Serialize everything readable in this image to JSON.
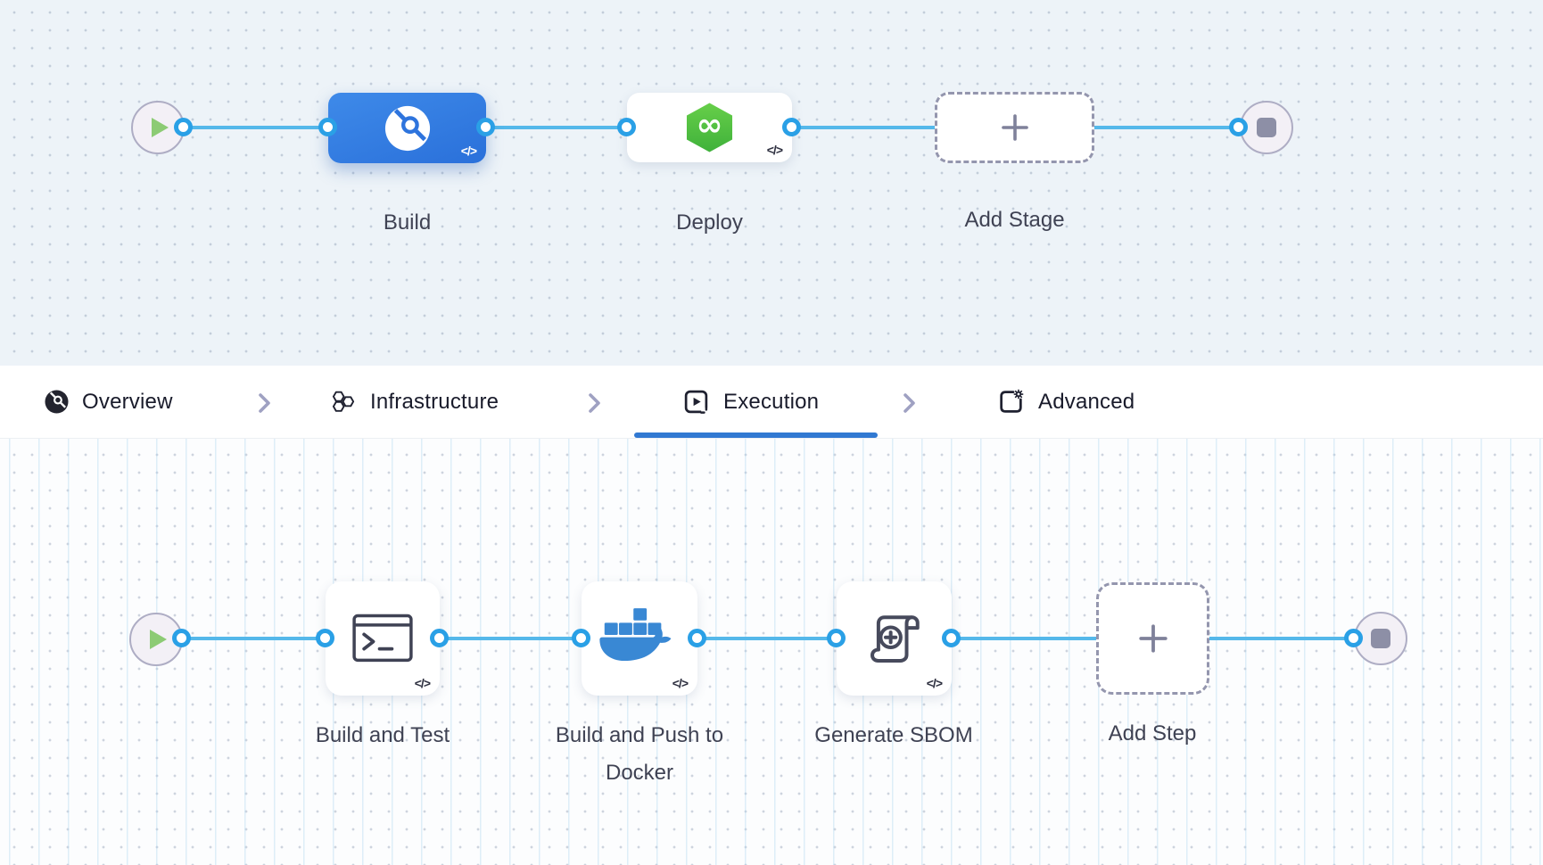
{
  "colors": {
    "connector_blue": "#55b8ea",
    "port_ring_blue": "#2aa0e6",
    "active_tab_underline": "#3179d2",
    "build_stage_blue": "#2f7ae0",
    "deploy_green": "#52c13e",
    "docker_blue": "#3988d4",
    "play_green": "#8ccb74"
  },
  "icons": {
    "infinity_glyph": "∞"
  },
  "stage_canvas": {
    "stages": [
      {
        "label": "Build",
        "icon": "harness-ci-icon",
        "code_badge": "</>",
        "selected": true
      },
      {
        "label": "Deploy",
        "icon": "harness-cd-icon",
        "code_badge": "</>",
        "selected": false
      },
      {
        "label": "Add Stage",
        "icon": "plus-icon",
        "placeholder": true
      }
    ]
  },
  "tab_bar": {
    "tabs": [
      {
        "label": "Overview",
        "icon": "overview-icon",
        "active": false
      },
      {
        "label": "Infrastructure",
        "icon": "infrastructure-icon",
        "active": false
      },
      {
        "label": "Execution",
        "icon": "execution-icon",
        "active": true
      },
      {
        "label": "Advanced",
        "icon": "advanced-icon",
        "active": false
      }
    ]
  },
  "execution_canvas": {
    "steps": [
      {
        "label": "Build and Test",
        "icon": "terminal-icon",
        "code_badge": "</>"
      },
      {
        "label": "Build and Push to Docker",
        "icon": "docker-icon",
        "code_badge": "</>"
      },
      {
        "label": "Generate SBOM",
        "icon": "scroll-add-icon",
        "code_badge": "</>"
      },
      {
        "label": "Add Step",
        "icon": "plus-icon",
        "placeholder": true
      }
    ]
  }
}
